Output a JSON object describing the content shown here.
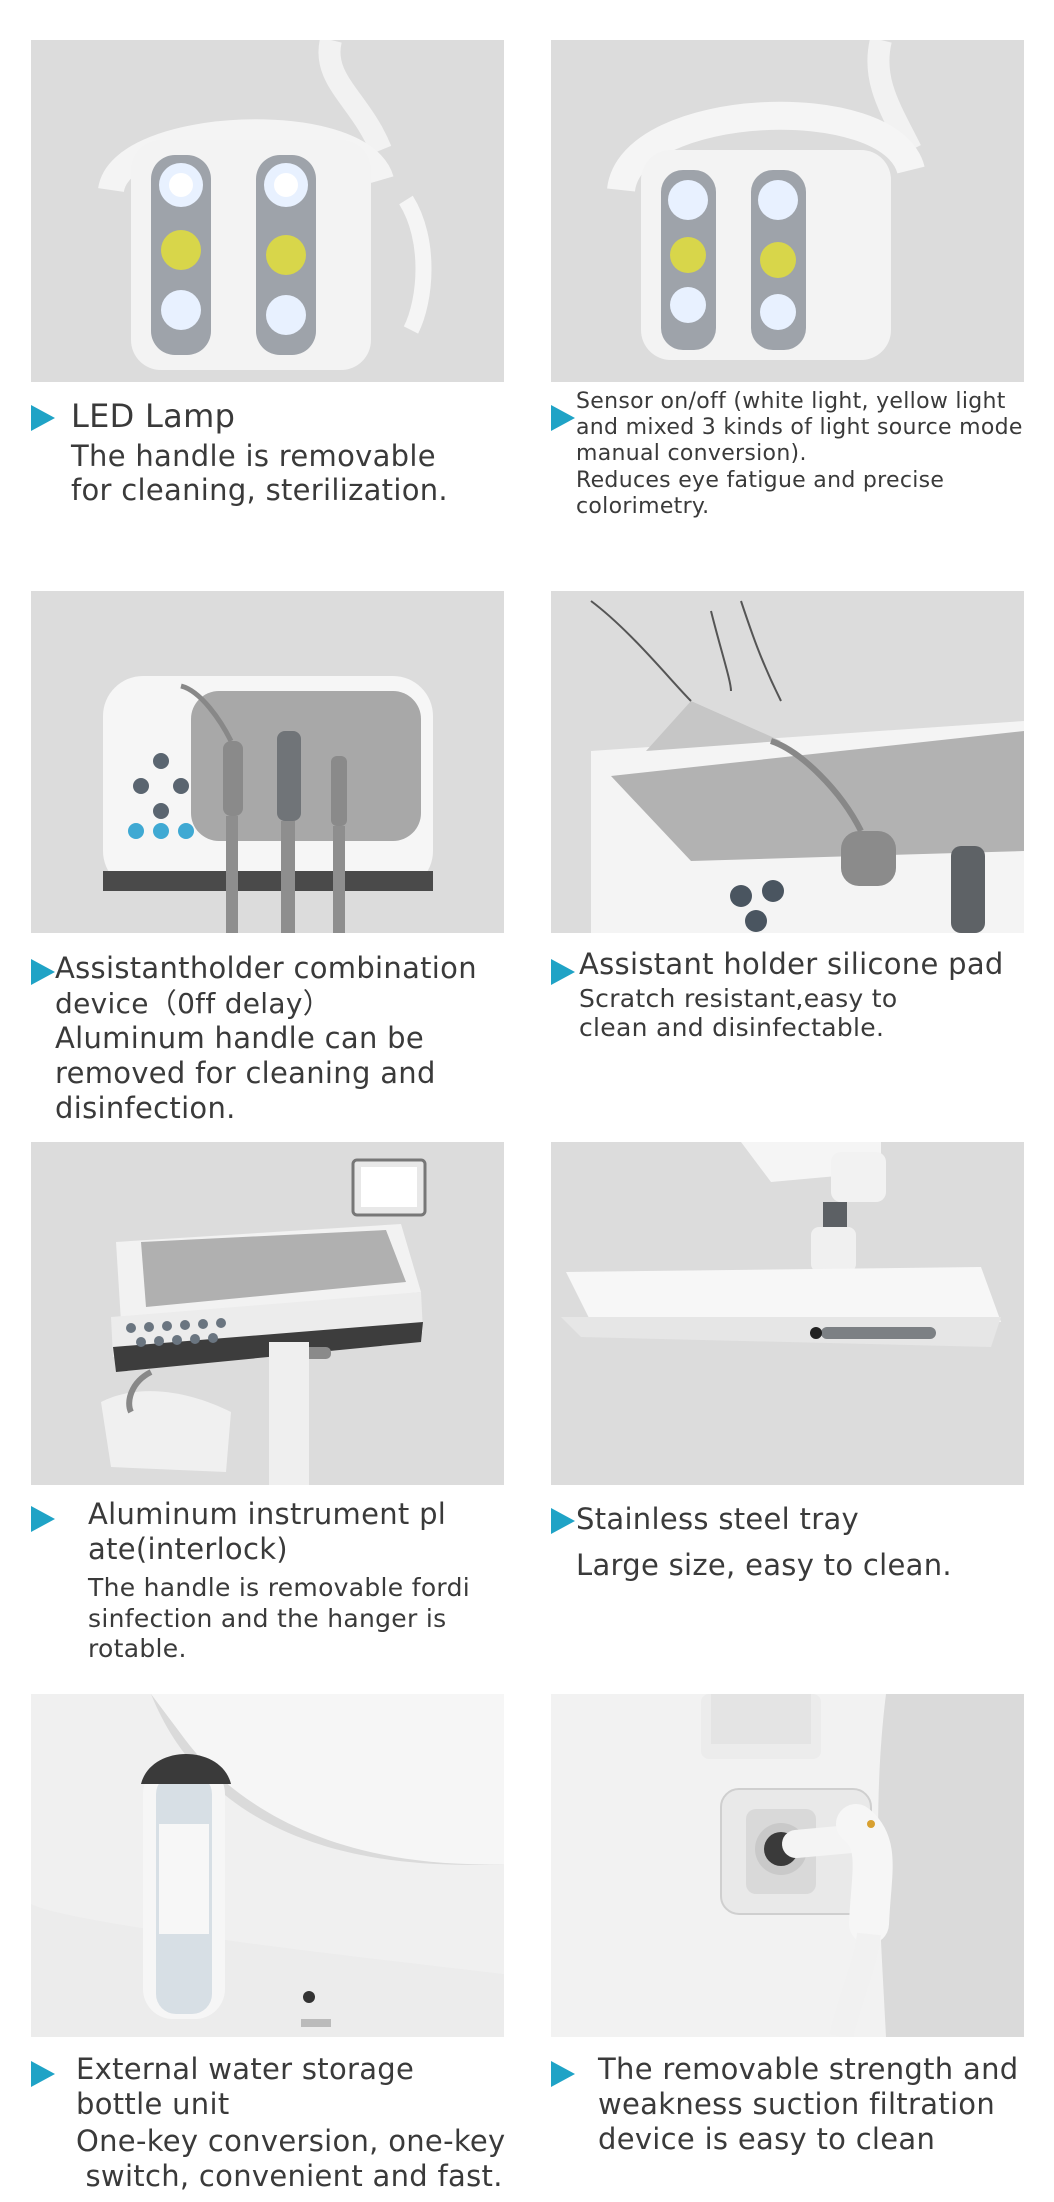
{
  "colors": {
    "accent": "#1fa3c6",
    "panel": "#dcdcdc",
    "text": "#3a3a3a"
  },
  "icons": {
    "bullet": "triangle-right"
  },
  "items": [
    {
      "title": "LED Lamp",
      "lines": [
        "The handle is removable",
        "for cleaning, sterilization."
      ]
    },
    {
      "lines": [
        "Sensor on/off (white light, yellow light",
        "and mixed 3 kinds of light source mode",
        "manual conversion).",
        "Reduces eye fatigue and precise",
        "colorimetry."
      ]
    },
    {
      "title": "Assistantholder combination",
      "lines": [
        "device（0ff delay）",
        "Aluminum handle can be",
        "removed for cleaning and",
        "disinfection."
      ]
    },
    {
      "title": "Assistant holder silicone  pad",
      "lines": [
        "Scratch resistant,easy to",
        "clean and disinfectable."
      ]
    },
    {
      "title_lines": [
        "Aluminum instrument pl",
        "ate(interlock)"
      ],
      "lines": [
        "The handle is removable fordi",
        "sinfection and the hanger is",
        "rotable."
      ]
    },
    {
      "title": "Stainless steel tray",
      "lines": [
        "Large size, easy to clean."
      ]
    },
    {
      "title_lines": [
        "External water storage",
        "bottle unit"
      ],
      "lines": [
        "One-key conversion, one-key",
        " switch, convenient and fast."
      ]
    },
    {
      "title_lines": [
        "The removable strength and",
        "weakness suction filtration",
        "device is easy to clean"
      ]
    }
  ]
}
